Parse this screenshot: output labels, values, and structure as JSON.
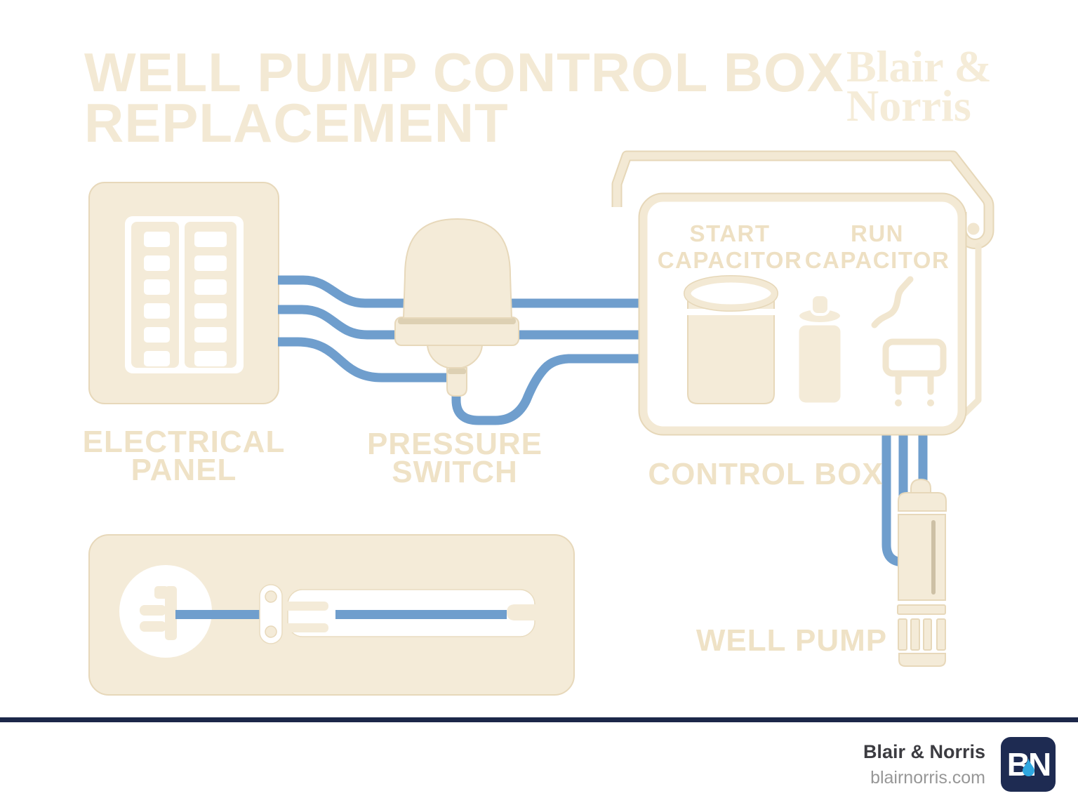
{
  "title": {
    "line1": "WELL PUMP CONTROL BOX",
    "line2": "REPLACEMENT"
  },
  "brand": {
    "line1": "Blair &",
    "line2": "Norris"
  },
  "diagram_labels": {
    "electrical_panel": [
      "ELECTRICAL",
      "PANEL"
    ],
    "pressure_switch": [
      "PRESSURE",
      "SWITCH"
    ],
    "control_box": "CONTROL BOX",
    "well_pump": "WELL PUMP",
    "start_capacitor": [
      "START",
      "CAPACITOR"
    ],
    "run_capacitor": [
      "RUN",
      "CAPACITOR"
    ]
  },
  "footer": {
    "company": "Blair & Norris",
    "website": "blairnorris.com",
    "logo_text": "BN"
  },
  "colors": {
    "cream_fill": "#f4ebd8",
    "cream_outline": "#f3e9d4",
    "cream_text": "#efe2c6",
    "wire_blue": "#6f9ecd",
    "divider_navy": "#1c2749",
    "logo_navy": "#1e2b52",
    "drop_blue": "#2fa7e0"
  }
}
